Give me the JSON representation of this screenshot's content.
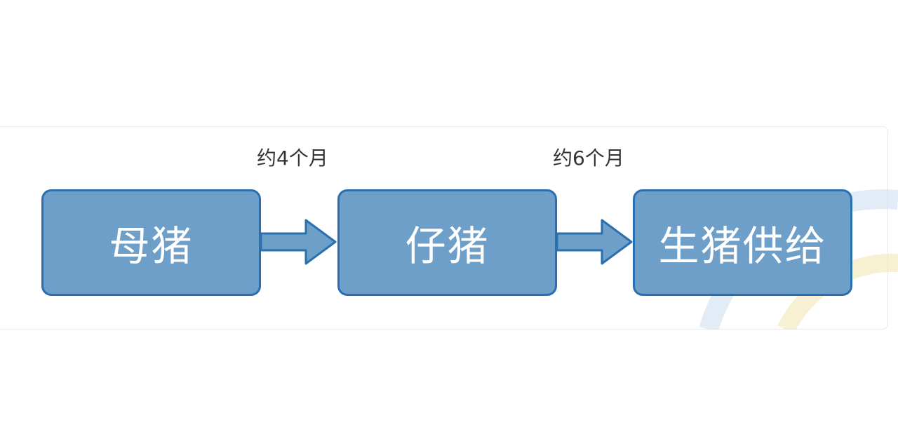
{
  "diagram": {
    "nodes": [
      {
        "id": "sow",
        "label": "母猪"
      },
      {
        "id": "piglet",
        "label": "仔猪"
      },
      {
        "id": "hog-supply",
        "label": "生猪供给"
      }
    ],
    "edges": [
      {
        "from": "sow",
        "to": "piglet",
        "label": "约4个月"
      },
      {
        "from": "piglet",
        "to": "hog-supply",
        "label": "约6个月"
      }
    ]
  },
  "colors": {
    "node_fill": "#6e9fc9",
    "node_border": "#2a6fb0",
    "arrow_fill": "#6e9fc9",
    "arrow_border": "#2a6fb0",
    "label_text": "#333333"
  }
}
